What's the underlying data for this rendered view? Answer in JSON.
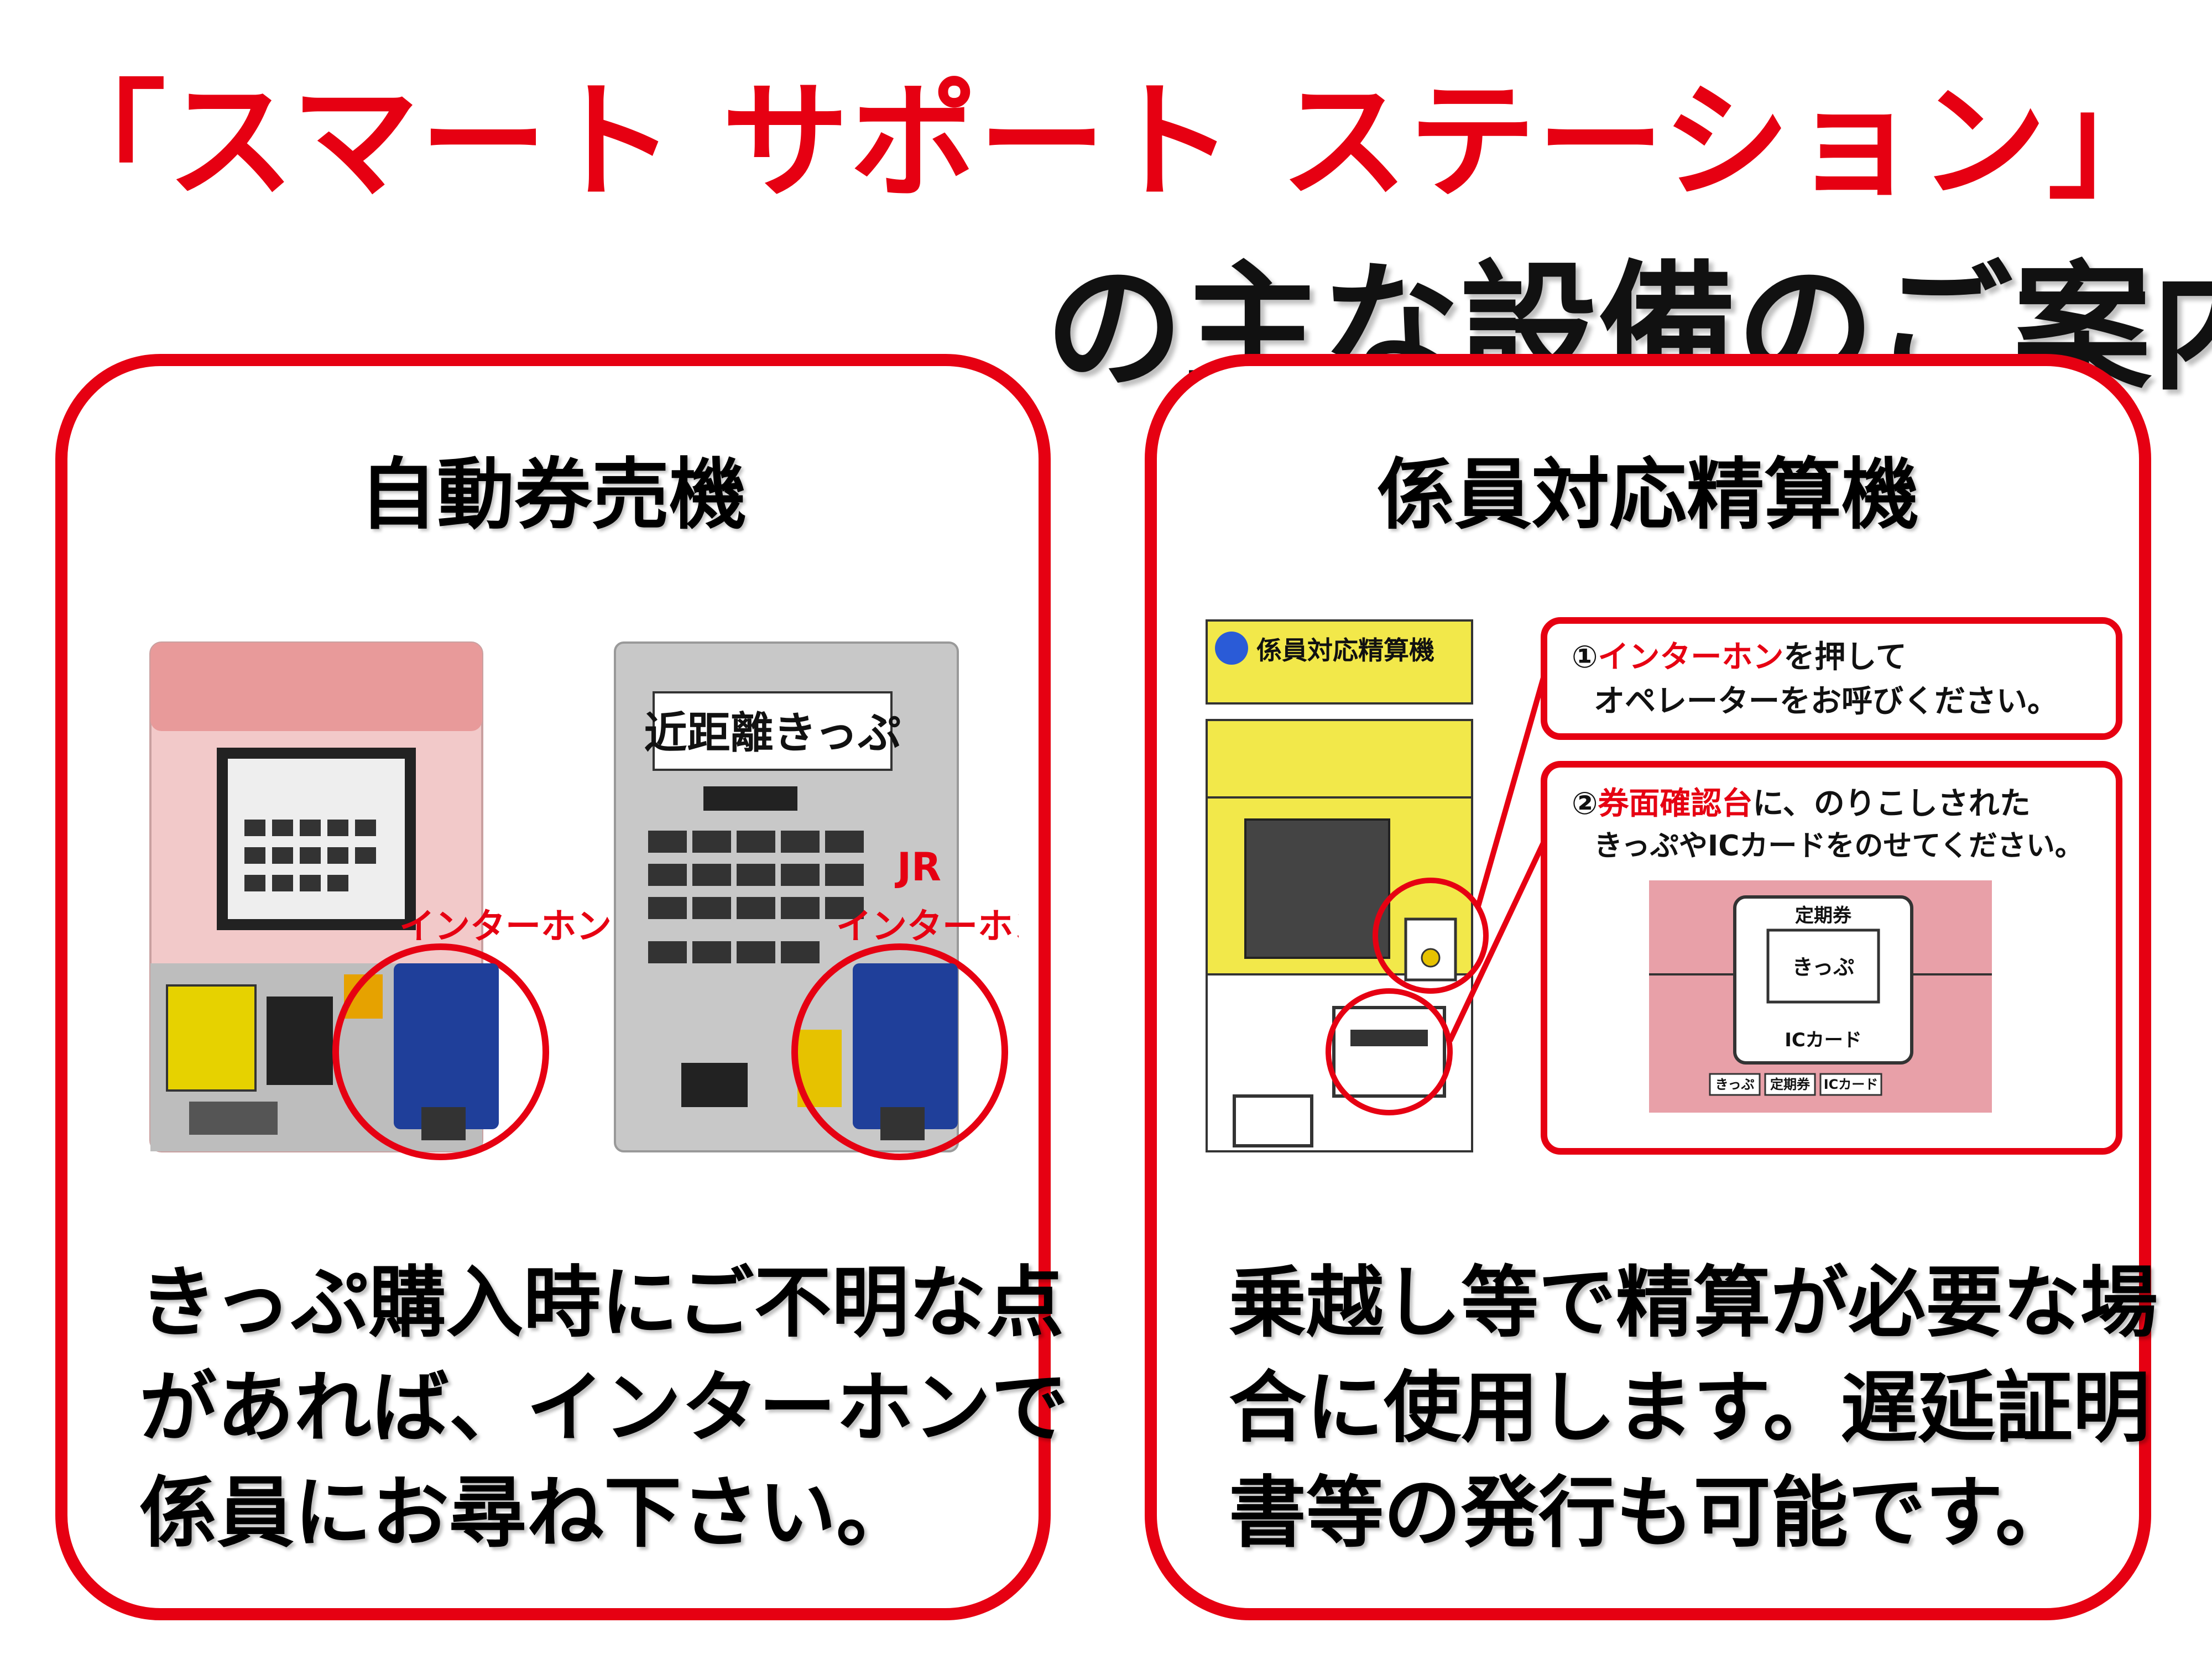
{
  "header": {
    "title_line1": "「スマート サポート ステーション」",
    "title_line2": "の主な設備のご案内"
  },
  "left_panel": {
    "title": "自動券売機",
    "intercom_label_1": "インターホン",
    "intercom_label_2": "インターホン",
    "machine_sign": "近距離きっぷ",
    "jr_logo": "JR",
    "description_lines": [
      "きっぷ購入時にご不明な点",
      "があれば、インターホンで",
      "係員にお尋ね下さい。"
    ]
  },
  "right_panel": {
    "title": "係員対応精算機",
    "machine_sign": "係員対応精算機",
    "callout1": {
      "number": "①",
      "highlight": "インターホン",
      "rest_line1": "を押して",
      "line2": "オペレーターをお呼びください。"
    },
    "callout2": {
      "number": "②",
      "highlight": "券面確認台",
      "rest_line1": "に、のりこしされた",
      "line2": "きっぷやICカードをのせてください。",
      "tray": {
        "top_label": "定期券",
        "center_label": "きっぷ",
        "bottom_label": "ICカード",
        "bottom_chips": [
          "きっぷ",
          "定期券",
          "ICカード"
        ]
      }
    },
    "description_lines": [
      "乗越し等で精算が必要な場",
      "合に使用します。遅延証明",
      "書等の発行も可能です。"
    ]
  },
  "colors": {
    "accent_red": "#e60012",
    "machine_yellow": "#f2e84a",
    "tray_pink": "#e8a0a8"
  }
}
